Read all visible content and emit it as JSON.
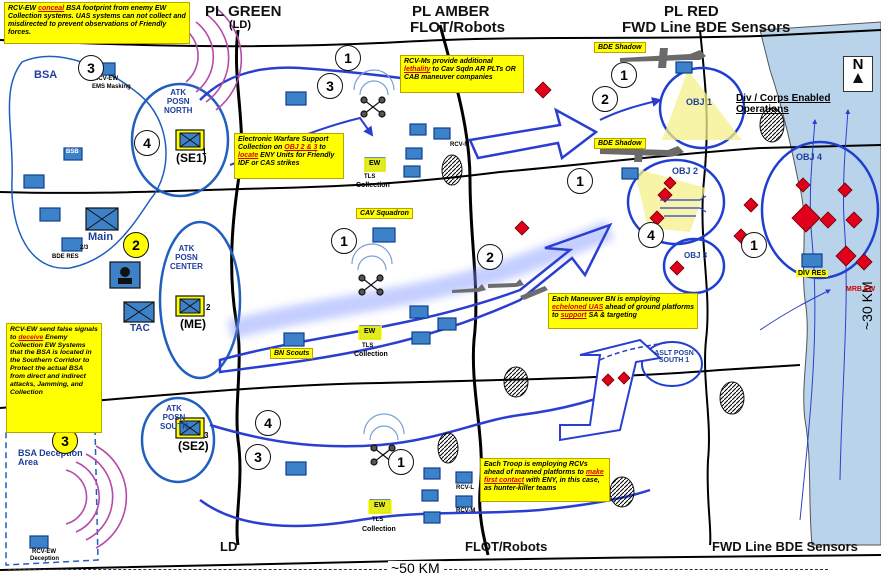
{
  "phase_lines": {
    "green": "PL GREEN",
    "green_sub": "(LD)",
    "amber": "PL AMBER",
    "amber_sub": "FLOT/Robots",
    "red": "PL RED",
    "red_sub": "FWD Line BDE Sensors",
    "ld_bottom": "LD",
    "flot_bottom": "FLOT/Robots",
    "fwd_bottom": "FWD Line BDE Sensors"
  },
  "scale": {
    "horizontal": "~50 KM",
    "vertical": "~30 KM"
  },
  "north_arrow": "N",
  "areas": {
    "bsa": "BSA",
    "bsa_deception": "BSA Deception Area",
    "div_corps": "Div / Corps Enabled Operations",
    "obj1": "OBJ 1",
    "obj2": "OBJ 2",
    "obj3": "OBJ 3",
    "obj4": "OBJ 4",
    "aslt_posn": "ASLT POSN SOUTH 1"
  },
  "positions": {
    "north": [
      "ATK",
      "POSN",
      "NORTH"
    ],
    "north_unit": "(SE1)",
    "center": [
      "ATK",
      "POSN",
      "CENTER"
    ],
    "center_unit": "(ME)",
    "south": [
      "ATK",
      "POSN",
      "SOUTH"
    ],
    "south_unit": "(SE2)"
  },
  "unit_labels": {
    "rcv_ew_top": "RCV-EW",
    "ems_masking": "EMS Masking",
    "bsb": "BSB",
    "main": "Main",
    "tac": "TAC",
    "bde_res": "BDE RES",
    "div_res": "DIV RES",
    "mrb_ew": "MRB EW",
    "ew": "EW",
    "tls": "TLS",
    "collection": "Collection",
    "rcv_m": "RCV-M",
    "rcv_l": "RCV-L",
    "bn_scouts": "BN Scouts",
    "cav_squadron": "CAV Squadron",
    "bde_shadow": "BDE Shadow",
    "rcv_ew_bottom": "RCV-EW",
    "deception": "Deception",
    "sub_num_1": "1",
    "sub_num_2": "2",
    "sub_num_3": "3",
    "sub_num_23": "2/3"
  },
  "step_numbers": {
    "a": "1",
    "b": "3",
    "c": "3",
    "d": "4",
    "e": "2",
    "f": "1",
    "g": "2",
    "h": "1",
    "i": "2",
    "j": "1",
    "k": "4",
    "l": "1",
    "m": "3",
    "n": "4",
    "o": "1",
    "p": "3"
  },
  "notes": {
    "bsa_mask": [
      "RCV-EW ",
      "conceal",
      " BSA footprint from enemy EW Collection systems. UAS systems  can not collect and misdirected to prevent observations of Friendly forces."
    ],
    "rcv_lethality": [
      "RCV-Ms provide additional ",
      "lethality",
      " to Cav Sqdn AR PLTs OR CAB maneuver companies"
    ],
    "ew_support": [
      "Electronic Warfare Support Collection on ",
      "OBJ 2 & 3",
      " to ",
      "locate",
      " ENY Units for Friendly IDF or CAS strikes"
    ],
    "uas_echelon": [
      "Each Maneuver BN is employing ",
      "echeloned UAS",
      " ahead of ground platforms to ",
      "support",
      " SA & targeting"
    ],
    "deception": [
      "RCV-EW send false signals to ",
      "deceive",
      " Enemy Collection EW Systems that the BSA is located in the Southern Corridor to Protect the actual BSA from direct and indirect attacks, Jamming, and Collection"
    ],
    "troop_rcv": [
      "Each Troop is employing RCVs ahead of manned platforms to ",
      "make first contact",
      " with ENY, in this case, as hunter-killer teams"
    ]
  },
  "colors": {
    "friendly_blue": "#1f5fbf",
    "arrow_blue": "#2a3fd1",
    "enemy_red": "#e0001b",
    "note_yellow": "#ffff00",
    "water_blue": "#b9d3ea",
    "sensor_yellow": "#f5f08a"
  }
}
